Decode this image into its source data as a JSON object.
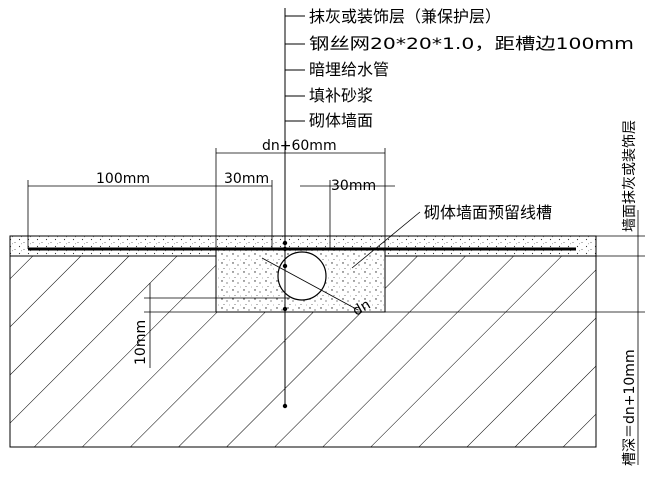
{
  "labels": {
    "plaster_layer": "抹灰或装饰层（兼保护层）",
    "steel_mesh": "钢丝网20*20*1.0，距槽边100mm",
    "concealed_pipe": "暗埋给水管",
    "fill_mortar": "填补砂浆",
    "masonry_wall": "砌体墙面",
    "reserved_groove": "砌体墙面预留线槽"
  },
  "dimensions": {
    "groove_width": "dn+60mm",
    "mesh_overlap": "100mm",
    "left_gap": "30mm",
    "right_gap": "30mm",
    "pipe_dia": "dn",
    "bottom_cover": "10mm",
    "groove_depth": "槽深＝dn+10mm",
    "surface_layer": "墙面抹灰或装饰层"
  }
}
